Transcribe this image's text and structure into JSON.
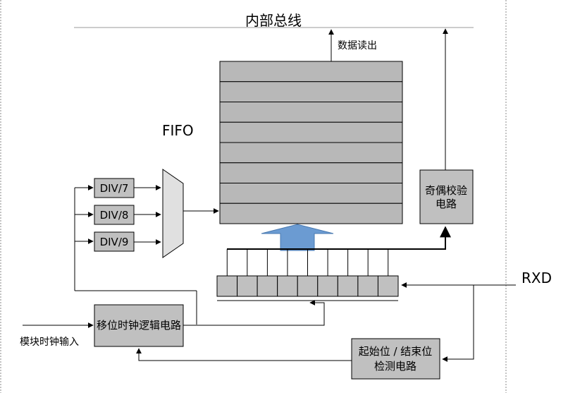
{
  "labels": {
    "internal_bus": "内部总线",
    "data_read": "数据读出",
    "fifo": "FIFO",
    "div7": "DIV/7",
    "div8": "DIV/8",
    "div9": "DIV/9",
    "parity_line1": "奇偶校验",
    "parity_line2": "电路",
    "rxd": "RXD",
    "shift_clock_logic": "移位时钟逻辑电路",
    "module_clock_input": "模块时钟输入",
    "startstop_line1": "起始位 / 结束位",
    "startstop_line2": "检测电路"
  },
  "fifo_rows": 8,
  "shift_register_cells": 9,
  "colors": {
    "block_fill": "#c0c0c0",
    "fifo_fill": "#b8b8b8",
    "mux_fill": "#e0e0e0",
    "arrow_fill": "#6b9bd2",
    "line": "#000000",
    "bus_line": "#999999",
    "border_dashed": "#888888"
  }
}
